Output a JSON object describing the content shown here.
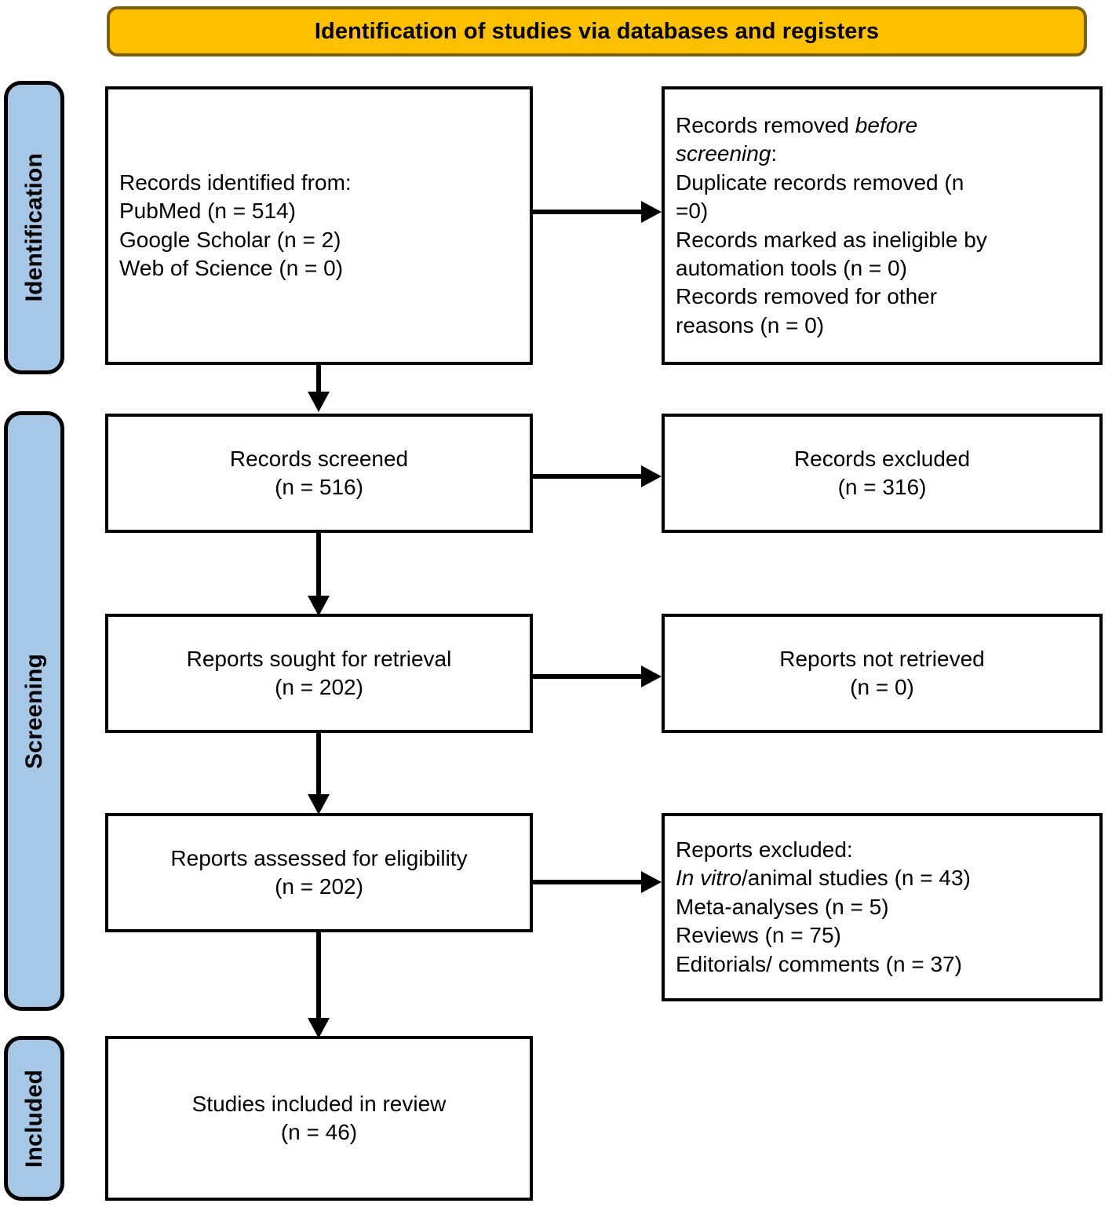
{
  "header": {
    "title": "Identification of studies via databases and registers",
    "fill_color": "#FFC000",
    "border_color": "#7D6008"
  },
  "stages": [
    {
      "key": "identification",
      "label": "Identification",
      "fill_color": "#A7C7E7"
    },
    {
      "key": "screening",
      "label": "Screening",
      "fill_color": "#A7C7E7"
    },
    {
      "key": "included",
      "label": "Included",
      "fill_color": "#A7C7E7"
    }
  ],
  "boxes": {
    "records_identified": {
      "lines": [
        "Records identified from:",
        "PubMed (n = 514)",
        "Google Scholar (n = 2)",
        "Web of Science (n = 0)"
      ]
    },
    "records_removed": {
      "line1_plain": "Records removed ",
      "line1_italic": "before",
      "line2_italic": "screening",
      "line2_plain": ":",
      "lines_rest": [
        "Duplicate records removed    (n",
        "=0)",
        "Records marked as ineligible by",
        "automation tools (n = 0)",
        "Records removed for other",
        "reasons (n = 0)"
      ]
    },
    "records_screened": {
      "lines": [
        "Records screened",
        "(n = 516)"
      ]
    },
    "records_excluded": {
      "lines": [
        "Records excluded",
        "(n = 316)"
      ]
    },
    "reports_sought": {
      "lines": [
        "Reports sought for retrieval",
        "(n = 202)"
      ]
    },
    "reports_not_retrieved": {
      "lines": [
        "Reports not retrieved",
        "(n = 0)"
      ]
    },
    "reports_assessed": {
      "lines": [
        "Reports assessed for eligibility",
        "(n = 202)"
      ]
    },
    "reports_excluded": {
      "heading": "Reports excluded:",
      "line_italic": "In vitro",
      "line_plain_after_italic": "/animal studies (n = 43)",
      "lines_rest": [
        "Meta-analyses (n = 5)",
        "Reviews (n = 75)",
        "Editorials/ comments (n = 37)"
      ]
    },
    "studies_included": {
      "lines": [
        "Studies included in review",
        "(n = 46)"
      ]
    }
  }
}
